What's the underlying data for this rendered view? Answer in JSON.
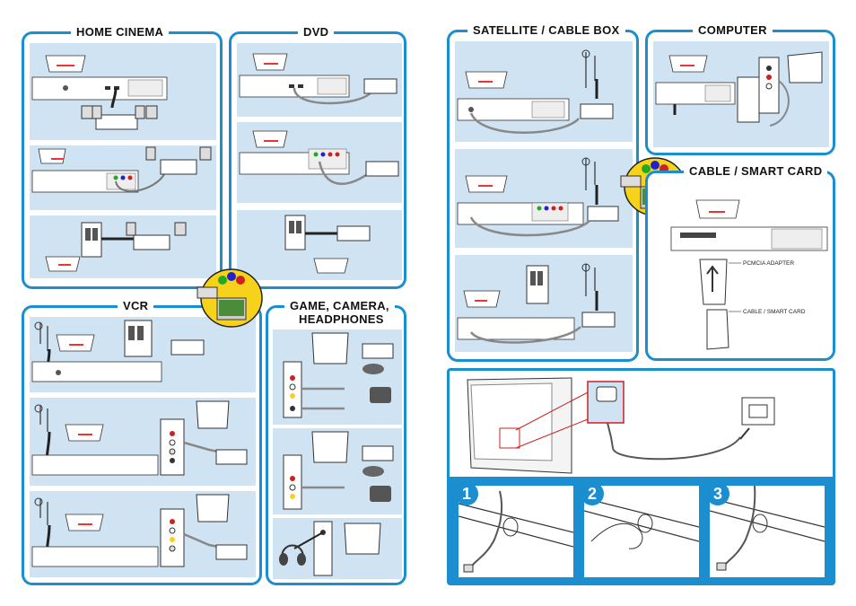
{
  "panels": {
    "home_cinema": {
      "title": "HOME CINEMA"
    },
    "dvd": {
      "title": "DVD"
    },
    "vcr": {
      "title": "VCR"
    },
    "game": {
      "title_line1": "GAME, CAMERA,",
      "title_line2": "HEADPHONES"
    },
    "satellite": {
      "title": "SATELLITE / CABLE BOX"
    },
    "computer": {
      "title": "COMPUTER"
    },
    "cable_card": {
      "title": "CABLE / SMART CARD",
      "label_adapter": "PCMCIA ADAPTER",
      "label_card": "CABLE / SMART CARD"
    }
  },
  "steps": [
    "1",
    "2",
    "3"
  ],
  "colors": {
    "frame": "#1b8ed0",
    "scene": "#cfe3f3"
  }
}
